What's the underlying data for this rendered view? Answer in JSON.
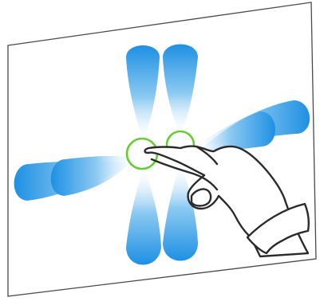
{
  "diagram": {
    "subject": "two-finger-multi-directional-swipe-gesture",
    "colors": {
      "background": "#ffffff",
      "panel_fill": "#ffffff",
      "panel_stroke": "#4a4a4a",
      "swipe_blue": "#1f90e3",
      "swipe_fade": "#ffffff",
      "touch_ring": "#66cc33",
      "hand_stroke": "#2b2b2b",
      "hand_fill": "#ffffff"
    },
    "icons": [
      "panel-surface",
      "swipe-trail",
      "touch-point-ring",
      "hand-icon"
    ],
    "directions": [
      "up",
      "down",
      "left",
      "right"
    ],
    "fingers": 2
  }
}
